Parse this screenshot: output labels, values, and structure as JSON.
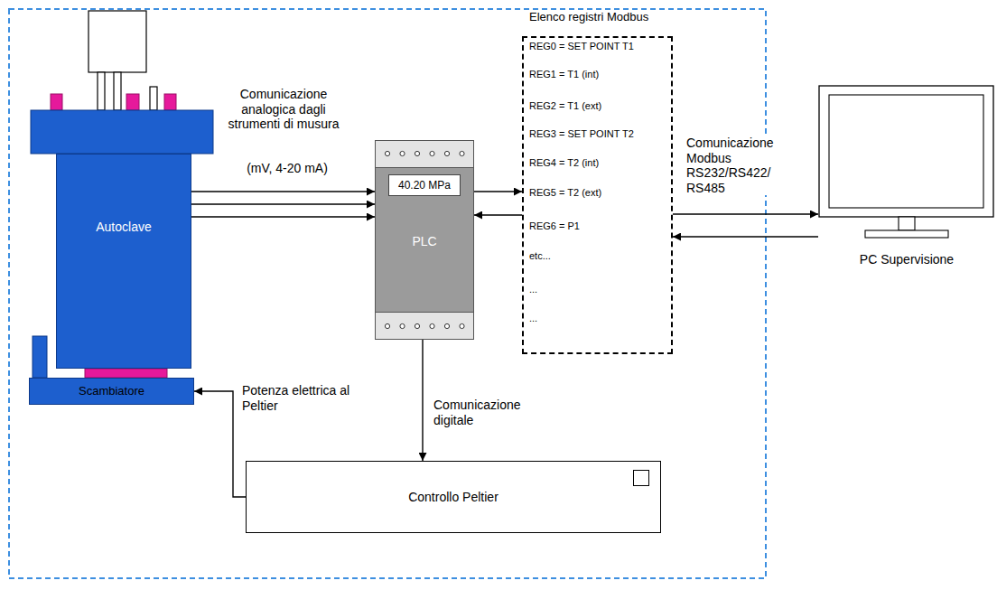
{
  "diagram": {
    "nodes": [
      {
        "text": [
          "Autoclave"
        ]
      },
      {
        "text": [
          "Scambiatore"
        ]
      },
      {
        "text": [
          "PLC"
        ]
      },
      {
        "text": [
          "40.20 MPa"
        ],
        "in": 2
      },
      {
        "text": [
          "Elenco registri Modbus",
          "REG0 = SET POINT T1",
          "REG1 = T1 (int)",
          "REG2 = T1 (ext)",
          "REG3 = SET POINT T2",
          "REG4 = T2 (int)",
          "REG5 = T2 (ext)",
          "REG6 = P1",
          "etc...",
          "...",
          "..."
        ]
      },
      {
        "text": [
          "PC Supervisione"
        ]
      },
      {
        "text": [
          "Controllo Peltier"
        ]
      }
    ],
    "edges": [
      {
        "from": 0,
        "to": 2,
        "arrow": "to",
        "label": "Comunicazione analogica dagli strumenti di musura"
      },
      {
        "from": 0,
        "to": 2,
        "arrow": "to"
      },
      {
        "from": 0,
        "to": 2,
        "arrow": "to"
      },
      {
        "from": 2,
        "to": 4,
        "arrow": "to"
      },
      {
        "from": 4,
        "to": 2,
        "arrow": "to"
      },
      {
        "from": 4,
        "to": 5,
        "arrow": "to",
        "label": "Comunicazione Modbus RS232/RS422/ RS485"
      },
      {
        "from": 5,
        "to": 4,
        "arrow": "to"
      },
      {
        "from": 2,
        "to": 6,
        "arrow": "to",
        "label": "Comunicazione digitale"
      },
      {
        "from": 6,
        "to": 1,
        "arrow": "to",
        "label": "Potenza elettrica al Peltier"
      }
    ],
    "labels": [
      "(mV, 4-20 mA)"
    ]
  }
}
